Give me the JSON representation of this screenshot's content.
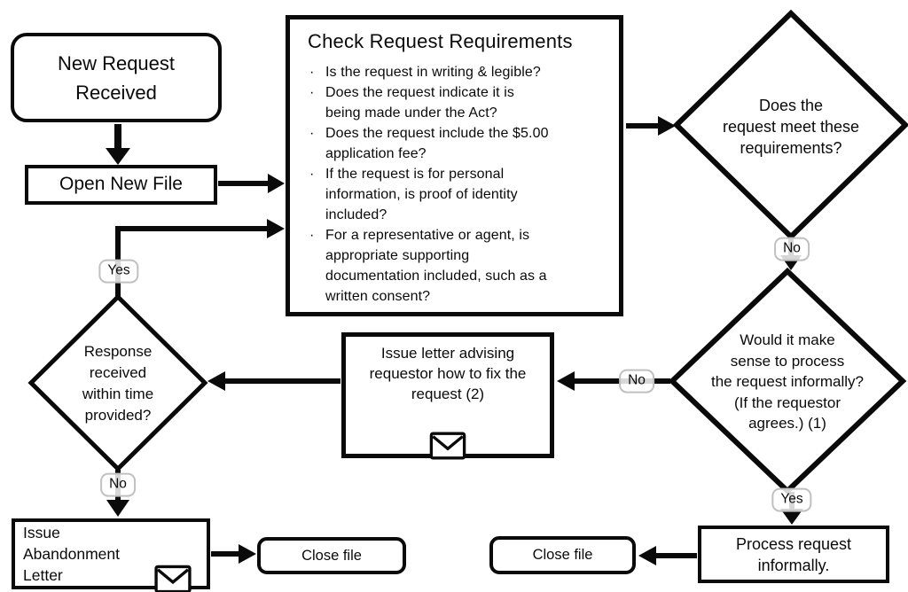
{
  "canvas": {
    "background": "#ffffff",
    "stroke_color": "#0a0a0a",
    "edge_label_border_color": "#c0c0c0"
  },
  "nodes": {
    "new_request": {
      "label": "New Request\nReceived",
      "shape": "terminator"
    },
    "open_file": {
      "label": "Open New File",
      "shape": "process"
    },
    "check_requirements": {
      "title": "Check Request Requirements",
      "bullet_glyph": "·",
      "bullets": [
        "Is the request in writing & legible?",
        "Does the request indicate it is\nbeing made under the Act?",
        "Does the request include the $5.00\napplication fee?",
        "If the request is for personal\ninformation, is proof of identity\nincluded?",
        "For a representative or agent, is\nappropriate supporting\ndocumentation included, such as a\nwritten consent?"
      ]
    },
    "meets_requirements": {
      "label": "Does the\nrequest meet these\nrequirements?",
      "shape": "decision"
    },
    "informal_decision": {
      "label": "Would it make\nsense to process\nthe request informally?\n(If the requestor\nagrees.) (1)",
      "shape": "decision"
    },
    "issue_fix_letter": {
      "label": "Issue letter advising\nrequestor how to fix the\nrequest (2)",
      "icon": "envelope-icon",
      "shape": "process"
    },
    "response_received": {
      "label": "Response\nreceived\nwithin time\nprovided?",
      "shape": "decision"
    },
    "issue_abandonment": {
      "label": "Issue\nAbandonment\nLetter",
      "icon": "envelope-icon",
      "shape": "process"
    },
    "close_file_left": {
      "label": "Close file",
      "shape": "terminator"
    },
    "close_file_right": {
      "label": "Close file",
      "shape": "terminator"
    },
    "process_informally": {
      "label": "Process request\ninformally.",
      "shape": "process"
    }
  },
  "edge_labels": {
    "meets_requirements_no": "No",
    "informal_no": "No",
    "informal_yes": "Yes",
    "response_yes": "Yes",
    "response_no": "No"
  }
}
